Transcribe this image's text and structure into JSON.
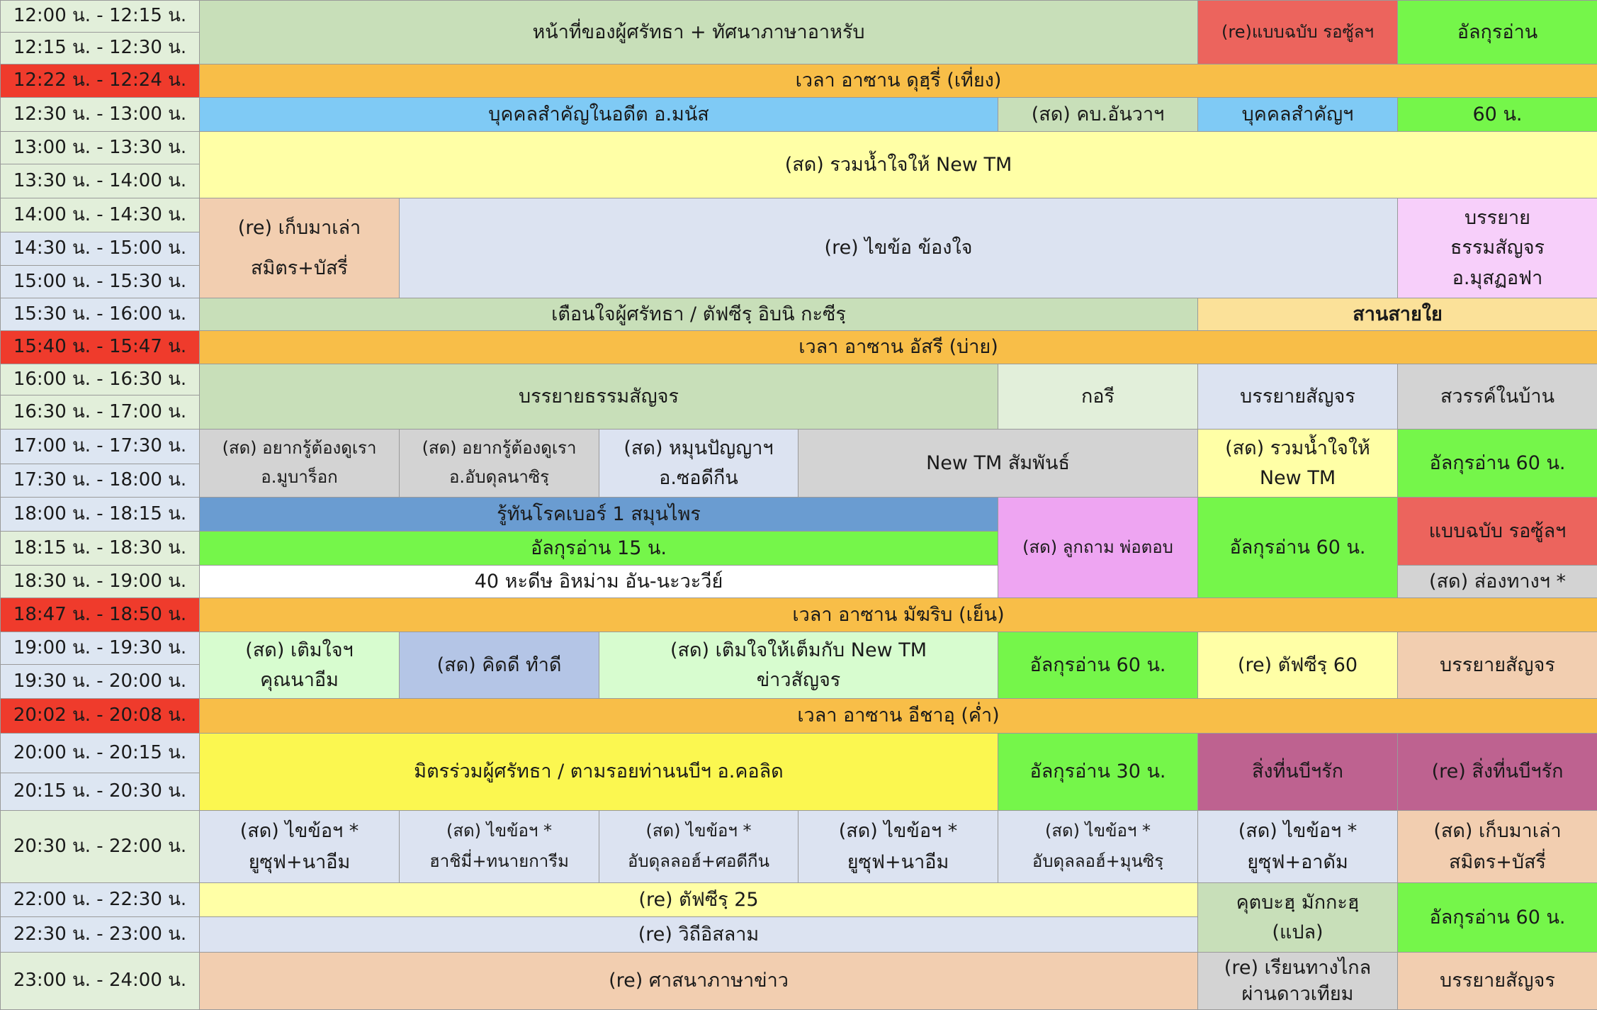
{
  "colors": {
    "time_bg": "#e2efda",
    "time_blue": "#dde6f2",
    "azan_time": "#ef3b2c",
    "azan_bar": "#f8be48",
    "sage": "#c8dfb9",
    "sky": "#7fcaf5",
    "light_yellow": "#ffffa6",
    "peach": "#f2ceb0",
    "lavender": "#dce3f1",
    "pink": "#f7cffa",
    "tan": "#fbe199",
    "grey": "#d3d3d3",
    "green": "#75f64a",
    "red": "#ec645d",
    "blue": "#6a9cd1",
    "magenta": "#eea5f2",
    "mint": "#d7fccf",
    "periwinkle": "#b4c5e6",
    "yellow": "#fbf750",
    "plum": "#be6290",
    "white": "#ffffff"
  },
  "cols": [
    0,
    281,
    563,
    845,
    1126,
    1408,
    1690,
    1972,
    2254
  ],
  "rows": [
    0,
    45,
    90,
    137,
    185,
    231,
    279,
    327,
    374,
    420,
    466,
    513,
    557,
    605,
    654,
    701,
    749,
    797,
    843,
    891,
    937,
    985,
    1034,
    1090,
    1143,
    1245,
    1293,
    1343,
    1424
  ],
  "timeCells": [
    {
      "text": "12:00 น. - 12:15 น.",
      "r": 0,
      "rs": 1,
      "bg": "time_bg"
    },
    {
      "text": "12:15 น. - 12:30 น.",
      "r": 1,
      "rs": 1,
      "bg": "time_bg"
    },
    {
      "text": "12:22 น. - 12:24 น.",
      "r": 2,
      "rs": 1,
      "bg": "azan_time"
    },
    {
      "text": "12:30 น. - 13:00 น.",
      "r": 3,
      "rs": 1,
      "bg": "time_bg"
    },
    {
      "text": "13:00 น. - 13:30 น.",
      "r": 4,
      "rs": 1,
      "bg": "time_bg"
    },
    {
      "text": "13:30 น. - 14:00 น.",
      "r": 5,
      "rs": 1,
      "bg": "time_bg"
    },
    {
      "text": "14:00 น. - 14:30 น.",
      "r": 6,
      "rs": 1,
      "bg": "time_bg"
    },
    {
      "text": "14:30 น. - 15:00 น.",
      "r": 7,
      "rs": 1,
      "bg": "time_blue"
    },
    {
      "text": "15:00 น. - 15:30 น.",
      "r": 8,
      "rs": 1,
      "bg": "time_blue"
    },
    {
      "text": "15:30 น. - 16:00 น.",
      "r": 9,
      "rs": 1,
      "bg": "time_blue"
    },
    {
      "text": "15:40 น. - 15:47  น.",
      "r": 10,
      "rs": 1,
      "bg": "azan_time"
    },
    {
      "text": "16:00 น. - 16:30 น.",
      "r": 11,
      "rs": 1,
      "bg": "time_bg"
    },
    {
      "text": "16:30 น. - 17:00 น.",
      "r": 12,
      "rs": 1,
      "bg": "time_bg"
    },
    {
      "text": "17:00 น. - 17:30 น.",
      "r": 13,
      "rs": 1,
      "bg": "time_blue"
    },
    {
      "text": "17:30 น. - 18:00 น.",
      "r": 14,
      "rs": 1,
      "bg": "time_blue"
    },
    {
      "text": "18:00 น. - 18:15 น.",
      "r": 15,
      "rs": 1,
      "bg": "time_blue"
    },
    {
      "text": "18:15 น. - 18:30 น.",
      "r": 16,
      "rs": 1,
      "bg": "time_bg"
    },
    {
      "text": "18:30 น. - 19:00 น.",
      "r": 17,
      "rs": 1,
      "bg": "time_bg"
    },
    {
      "text": "18:47 น. - 18:50 น.",
      "r": 18,
      "rs": 1,
      "bg": "azan_time"
    },
    {
      "text": "19:00 น. - 19:30 น.",
      "r": 19,
      "rs": 1,
      "bg": "time_blue"
    },
    {
      "text": "19:30 น. - 20:00 น.",
      "r": 20,
      "rs": 1,
      "bg": "time_blue"
    },
    {
      "text": "20:02 น. - 20:08 น.",
      "r": 21,
      "rs": 1,
      "bg": "azan_time"
    },
    {
      "text": "20:00 น. - 20:15 น.",
      "r": 22,
      "rs": 1,
      "bg": "time_blue"
    },
    {
      "text": "20:15 น. - 20:30 น.",
      "r": 23,
      "rs": 1,
      "bg": "time_blue"
    },
    {
      "text": "20:30 น. - 22:00 น.",
      "r": 24,
      "rs": 1,
      "bg": "time_bg"
    },
    {
      "text": "22:00 น. - 22:30 น.",
      "r": 25,
      "rs": 1,
      "bg": "time_blue"
    },
    {
      "text": "22:30 น. - 23:00 น.",
      "r": 26,
      "rs": 1,
      "bg": "time_blue"
    },
    {
      "text": "23:00 น. - 24:00 น.",
      "r": 27,
      "rs": 1,
      "bg": "time_bg"
    }
  ],
  "programs": [
    {
      "lines": [
        "หน้าที่ของผู้ศรัทธา + ทัศนาภาษาอาหรับ"
      ],
      "r": 0,
      "rs": 2,
      "c": 1,
      "cs": 5,
      "bg": "sage"
    },
    {
      "lines": [
        "(re)แบบฉบับ รอซู้ลฯ"
      ],
      "r": 0,
      "rs": 2,
      "c": 6,
      "cs": 1,
      "bg": "red",
      "sm": true
    },
    {
      "lines": [
        "อัลกุรอ่าน"
      ],
      "r": 0,
      "rs": 2,
      "c": 7,
      "cs": 1,
      "bg": "green"
    },
    {
      "lines": [
        "เวลา    อาซาน   ดุฮฺรี่    (เที่ยง)"
      ],
      "r": 2,
      "rs": 1,
      "c": 1,
      "cs": 7,
      "bg": "azan_bar"
    },
    {
      "lines": [
        "บุคคลสำคัญในอดีต     อ.มนัส"
      ],
      "r": 3,
      "rs": 1,
      "c": 1,
      "cs": 4,
      "bg": "sky"
    },
    {
      "lines": [
        "(สด) คบ.อันวาฯ"
      ],
      "r": 3,
      "rs": 1,
      "c": 5,
      "cs": 1,
      "bg": "sage"
    },
    {
      "lines": [
        "บุคคลสำคัญฯ"
      ],
      "r": 3,
      "rs": 1,
      "c": 6,
      "cs": 1,
      "bg": "sky"
    },
    {
      "lines": [
        "60 น."
      ],
      "r": 3,
      "rs": 1,
      "c": 7,
      "cs": 1,
      "bg": "green"
    },
    {
      "lines": [
        "(สด) รวมน้ำใจให้ New TM"
      ],
      "r": 4,
      "rs": 2,
      "c": 1,
      "cs": 7,
      "bg": "light_yellow"
    },
    {
      "lines": [
        "(re)  เก็บมาเล่า",
        "สมิตร+บัสรี่"
      ],
      "r": 6,
      "rs": 3,
      "c": 1,
      "cs": 1,
      "bg": "peach"
    },
    {
      "lines": [
        "(re) ไขข้อ ข้องใจ"
      ],
      "r": 6,
      "rs": 3,
      "c": 2,
      "cs": 5,
      "bg": "lavender"
    },
    {
      "lines": [
        "บรรยาย",
        "ธรรมสัญจร",
        "อ.มุสฏอฟา"
      ],
      "r": 6,
      "rs": 3,
      "c": 7,
      "cs": 1,
      "bg": "pink"
    },
    {
      "lines": [
        "เตือนใจผู้ศรัทธา / ตัฟซีรฺ อิบนิ กะซีรฺ"
      ],
      "r": 9,
      "rs": 1,
      "c": 1,
      "cs": 5,
      "bg": "sage"
    },
    {
      "lines": [
        "สานสายใย"
      ],
      "r": 9,
      "rs": 1,
      "c": 6,
      "cs": 2,
      "bg": "tan",
      "bold": true
    },
    {
      "lines": [
        "เวลา อาซาน   อัสรี    (บ่าย)"
      ],
      "r": 10,
      "rs": 1,
      "c": 1,
      "cs": 7,
      "bg": "azan_bar"
    },
    {
      "lines": [
        "บรรยายธรรมสัญจร"
      ],
      "r": 11,
      "rs": 2,
      "c": 1,
      "cs": 4,
      "bg": "sage"
    },
    {
      "lines": [
        "กอรี"
      ],
      "r": 11,
      "rs": 2,
      "c": 5,
      "cs": 1,
      "bg": "time_bg"
    },
    {
      "lines": [
        "บรรยายสัญจร"
      ],
      "r": 11,
      "rs": 2,
      "c": 6,
      "cs": 1,
      "bg": "lavender"
    },
    {
      "lines": [
        "สวรรค์ในบ้าน"
      ],
      "r": 11,
      "rs": 2,
      "c": 7,
      "cs": 1,
      "bg": "grey"
    },
    {
      "lines": [
        "(สด) อยากรู้ต้องดูเรา",
        "อ.มูบาร็อก"
      ],
      "r": 13,
      "rs": 2,
      "c": 1,
      "cs": 1,
      "bg": "grey",
      "sm": true
    },
    {
      "lines": [
        "(สด) อยากรู้ต้องดูเรา",
        "อ.อับดุลนาซิรฺ"
      ],
      "r": 13,
      "rs": 2,
      "c": 2,
      "cs": 1,
      "bg": "grey",
      "sm": true
    },
    {
      "lines": [
        "(สด) หมุนปัญญาฯ",
        "อ.ซอดีกีน"
      ],
      "r": 13,
      "rs": 2,
      "c": 3,
      "cs": 1,
      "bg": "lavender"
    },
    {
      "lines": [
        "New TM  สัมพันธ์"
      ],
      "r": 13,
      "rs": 2,
      "c": 4,
      "cs": 2,
      "bg": "grey"
    },
    {
      "lines": [
        "(สด) รวมน้ำใจให้",
        "New TM"
      ],
      "r": 13,
      "rs": 2,
      "c": 6,
      "cs": 1,
      "bg": "light_yellow"
    },
    {
      "lines": [
        "อัลกุรอ่าน 60 น."
      ],
      "r": 13,
      "rs": 2,
      "c": 7,
      "cs": 1,
      "bg": "green"
    },
    {
      "lines": [
        "รู้ทันโรคเบอร์ 1 สมุนไพร"
      ],
      "r": 15,
      "rs": 1,
      "c": 1,
      "cs": 4,
      "bg": "blue"
    },
    {
      "lines": [
        "(สด) ลูกถาม พ่อตอบ"
      ],
      "r": 15,
      "rs": 3,
      "c": 5,
      "cs": 1,
      "bg": "magenta",
      "sm": true
    },
    {
      "lines": [
        "อัลกุรอ่าน 60 น."
      ],
      "r": 15,
      "rs": 3,
      "c": 6,
      "cs": 1,
      "bg": "green"
    },
    {
      "lines": [
        "แบบฉบับ รอซู้ลฯ"
      ],
      "r": 15,
      "rs": 2,
      "c": 7,
      "cs": 1,
      "bg": "red"
    },
    {
      "lines": [
        "อัลกุรอ่าน 15 น."
      ],
      "r": 16,
      "rs": 1,
      "c": 1,
      "cs": 4,
      "bg": "green"
    },
    {
      "lines": [
        "40 หะดีษ  อิหม่าม  อัน-นะวะวีย์"
      ],
      "r": 17,
      "rs": 1,
      "c": 1,
      "cs": 4,
      "bg": "white"
    },
    {
      "lines": [
        "(สด) ส่องทางฯ *"
      ],
      "r": 17,
      "rs": 1,
      "c": 7,
      "cs": 1,
      "bg": "grey"
    },
    {
      "lines": [
        "เวลา   อาซาน  มัฆริบ   (เย็น)"
      ],
      "r": 18,
      "rs": 1,
      "c": 1,
      "cs": 7,
      "bg": "azan_bar"
    },
    {
      "lines": [
        "(สด) เติมใจฯ",
        "คุณนาอีม"
      ],
      "r": 19,
      "rs": 2,
      "c": 1,
      "cs": 1,
      "bg": "mint"
    },
    {
      "lines": [
        "(สด) คิดดี  ทำดี"
      ],
      "r": 19,
      "rs": 2,
      "c": 2,
      "cs": 1,
      "bg": "periwinkle"
    },
    {
      "lines": [
        "(สด) เติมใจให้เต็มกับ New TM",
        "ข่าวสัญจร"
      ],
      "r": 19,
      "rs": 2,
      "c": 3,
      "cs": 2,
      "bg": "mint"
    },
    {
      "lines": [
        "อัลกุรอ่าน 60 น."
      ],
      "r": 19,
      "rs": 2,
      "c": 5,
      "cs": 1,
      "bg": "green"
    },
    {
      "lines": [
        "(re)  ตัฟซีรฺ 60"
      ],
      "r": 19,
      "rs": 2,
      "c": 6,
      "cs": 1,
      "bg": "light_yellow"
    },
    {
      "lines": [
        "บรรยายสัญจร"
      ],
      "r": 19,
      "rs": 2,
      "c": 7,
      "cs": 1,
      "bg": "peach"
    },
    {
      "lines": [
        "เวลา อาซาน    อีชาอฺ   (ค่ำ)"
      ],
      "r": 21,
      "rs": 1,
      "c": 1,
      "cs": 7,
      "bg": "azan_bar"
    },
    {
      "lines": [
        "มิตรร่วมผู้ศรัทธา / ตามรอยท่านนบีฯ อ.คอลิด"
      ],
      "r": 22,
      "rs": 2,
      "c": 1,
      "cs": 4,
      "bg": "yellow"
    },
    {
      "lines": [
        "อัลกุรอ่าน 30 น."
      ],
      "r": 22,
      "rs": 2,
      "c": 5,
      "cs": 1,
      "bg": "green"
    },
    {
      "lines": [
        "สิ่งที่นบีฯรัก"
      ],
      "r": 22,
      "rs": 2,
      "c": 6,
      "cs": 1,
      "bg": "plum"
    },
    {
      "lines": [
        "(re) สิ่งที่นบีฯรัก"
      ],
      "r": 22,
      "rs": 2,
      "c": 7,
      "cs": 1,
      "bg": "plum"
    },
    {
      "lines": [
        "(สด)  ไขข้อฯ  *",
        "ยูซุฟ+นาอีม"
      ],
      "r": 24,
      "rs": 1,
      "c": 1,
      "cs": 1,
      "bg": "lavender"
    },
    {
      "lines": [
        "(สด)  ไขข้อฯ  *",
        "ฮาชิมี่+ทนายการีม"
      ],
      "r": 24,
      "rs": 1,
      "c": 2,
      "cs": 1,
      "bg": "lavender",
      "sm": true
    },
    {
      "lines": [
        "(สด)  ไขข้อฯ  *",
        "อับดุลลอฮ์+ศอดีกีน"
      ],
      "r": 24,
      "rs": 1,
      "c": 3,
      "cs": 1,
      "bg": "lavender",
      "sm": true
    },
    {
      "lines": [
        "(สด)  ไขข้อฯ  *",
        "ยูซุฟ+นาอีม"
      ],
      "r": 24,
      "rs": 1,
      "c": 4,
      "cs": 1,
      "bg": "lavender"
    },
    {
      "lines": [
        "(สด)  ไขข้อฯ  *",
        "อับดุลลอฮ์+มุนซิรฺ"
      ],
      "r": 24,
      "rs": 1,
      "c": 5,
      "cs": 1,
      "bg": "lavender",
      "sm": true
    },
    {
      "lines": [
        "(สด)  ไขข้อฯ  *",
        "ยูซุฟ+อาดัม"
      ],
      "r": 24,
      "rs": 1,
      "c": 6,
      "cs": 1,
      "bg": "lavender"
    },
    {
      "lines": [
        "(สด) เก็บมาเล่า",
        "สมิตร+บัสรี่"
      ],
      "r": 24,
      "rs": 1,
      "c": 7,
      "cs": 1,
      "bg": "peach"
    },
    {
      "lines": [
        "(re)  ตัฟซีรฺ 25"
      ],
      "r": 25,
      "rs": 1,
      "c": 1,
      "cs": 5,
      "bg": "light_yellow"
    },
    {
      "lines": [
        "คุตบะฮฺ มักกะฮฺ",
        "(แปล)"
      ],
      "r": 25,
      "rs": 2,
      "c": 6,
      "cs": 1,
      "bg": "sage"
    },
    {
      "lines": [
        "อัลกุรอ่าน 60 น."
      ],
      "r": 25,
      "rs": 2,
      "c": 7,
      "cs": 1,
      "bg": "green"
    },
    {
      "lines": [
        "(re)    วิถีอิสลาม"
      ],
      "r": 26,
      "rs": 1,
      "c": 1,
      "cs": 5,
      "bg": "lavender"
    },
    {
      "lines": [
        "(re) ศาสนาภาษาข่าว"
      ],
      "r": 27,
      "rs": 1,
      "c": 1,
      "cs": 5,
      "bg": "peach"
    },
    {
      "lines": [
        "(re) เรียนทางไกล",
        "ผ่านดาวเทียม"
      ],
      "r": 27,
      "rs": 1,
      "c": 6,
      "cs": 1,
      "bg": "grey"
    },
    {
      "lines": [
        "บรรยายสัญจร"
      ],
      "r": 27,
      "rs": 1,
      "c": 7,
      "cs": 1,
      "bg": "peach"
    }
  ]
}
